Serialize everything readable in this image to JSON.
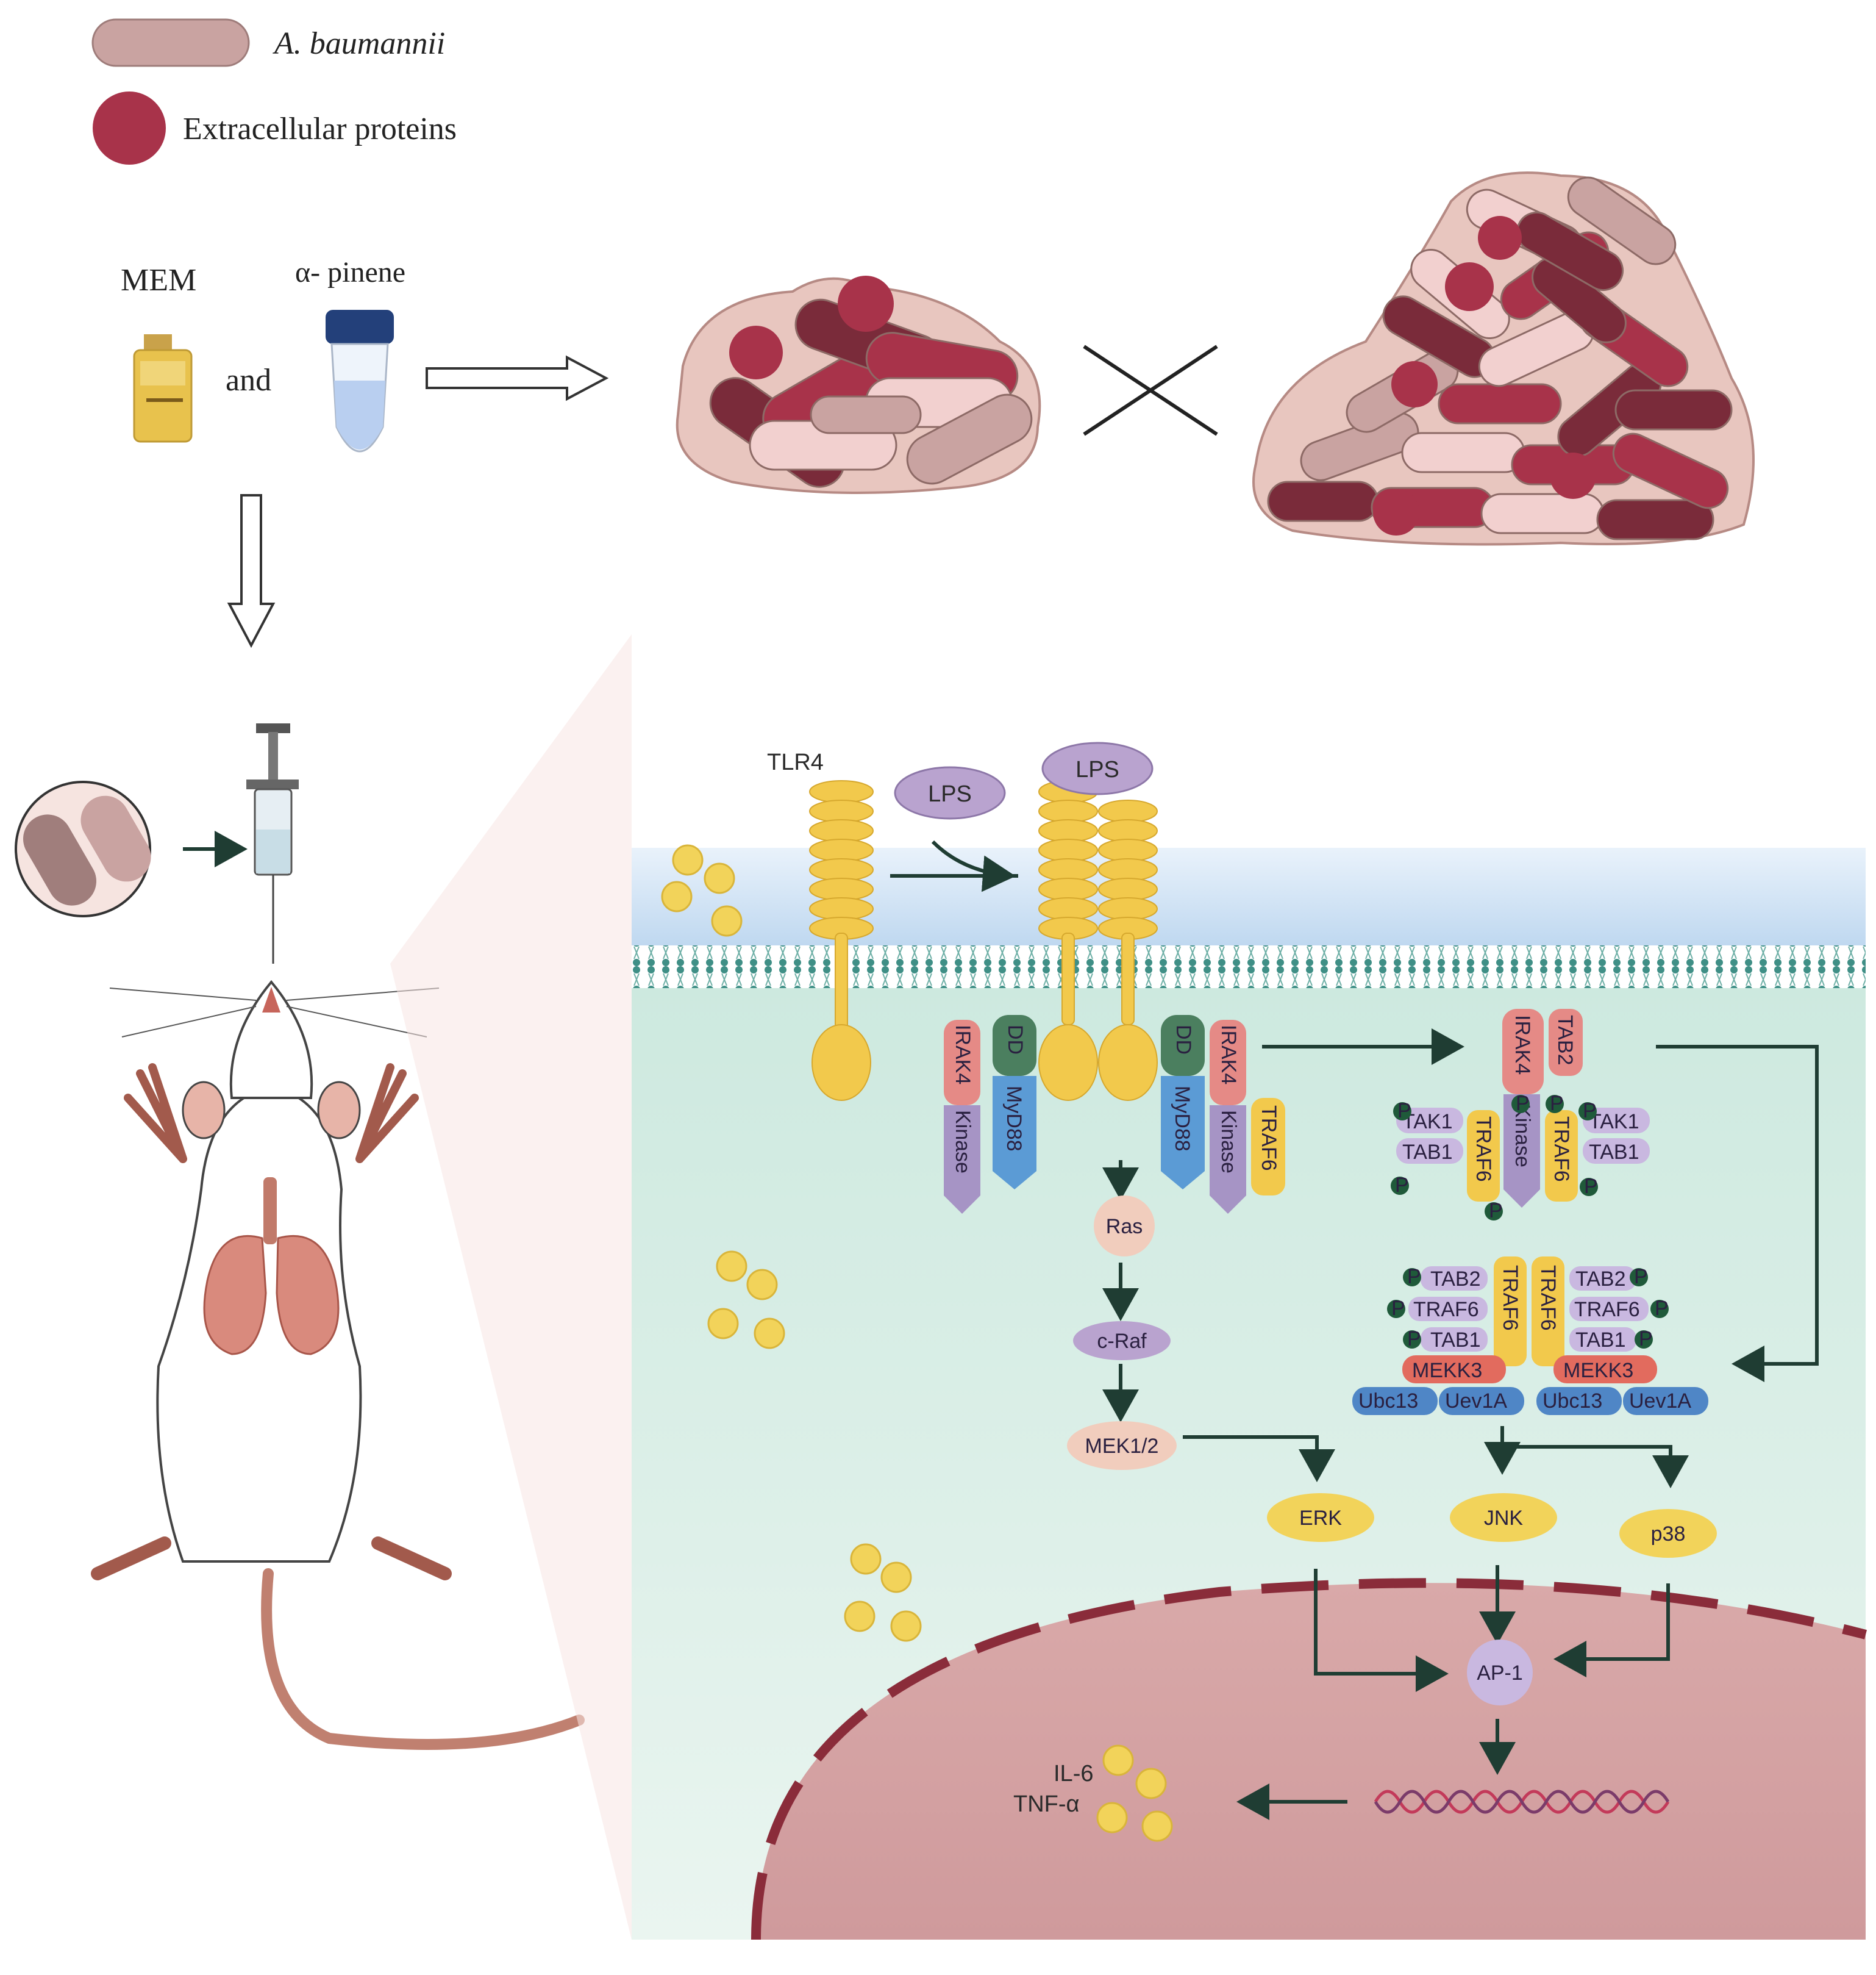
{
  "legend": {
    "bacterium_label": "A. baumannii",
    "protein_label": "Extracellular proteins"
  },
  "treatment": {
    "mem_label": "MEM",
    "and_label": "and",
    "pinene_label": "α- pinene"
  },
  "pathway": {
    "receptor_label": "TLR4",
    "lps_free": "LPS",
    "lps_bound": "LPS",
    "irak4": "IRAK4",
    "dd": "DD",
    "myd88": "MyD88",
    "kinase": "Kinase",
    "traf6": "TRAF6",
    "tab2": "TAB2",
    "tak1": "TAK1",
    "tab1": "TAB1",
    "phospho": "P",
    "ras": "Ras",
    "craf": "c-Raf",
    "mek": "MEK1/2",
    "mekk3": "MEKK3",
    "ubc13": "Ubc13",
    "uev1a": "Uev1A",
    "erk": "ERK",
    "jnk": "JNK",
    "p38": "p38",
    "ap1": "AP-1",
    "il6": "IL-6",
    "tnf": "TNF-α"
  },
  "colors": {
    "bacterium": "#c9a3a1",
    "protein": "#a8334a",
    "dark_rod": "#7a2b3a",
    "receptor": "#f2c94c",
    "membrane": "#4b9c93",
    "cytoplasm": "#dbeee6",
    "nucleus": "#d8a7a7",
    "irak4": "#e58a86",
    "dd": "#4b7f5f",
    "myd88": "#5b9bd5",
    "kinase": "#a694c5",
    "lps": "#b9a3cf",
    "ubc": "#4f86c6",
    "cytokine": "#f2d35a"
  },
  "icons": [
    "vial-icon",
    "tube-icon",
    "syringe-icon",
    "mouse-icon",
    "lungs-icon",
    "dna-icon",
    "cross-icon"
  ]
}
